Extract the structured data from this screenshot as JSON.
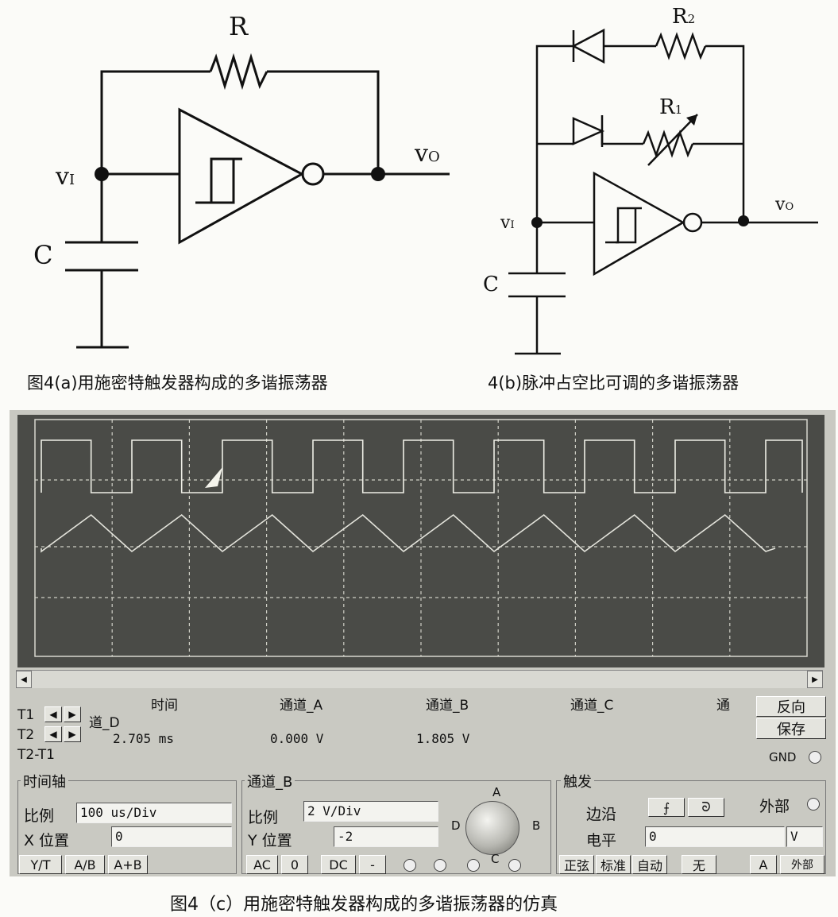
{
  "circuit_a": {
    "resistor": "R",
    "capacitor": "C",
    "input_node": "v",
    "input_sub": "I",
    "output_node": "v",
    "output_sub": "O",
    "caption": "图4(a)用施密特触发器构成的多谐振荡器"
  },
  "circuit_b": {
    "resistor2": "R",
    "resistor2_sub": "2",
    "resistor1": "R",
    "resistor1_sub": "1",
    "capacitor": "C",
    "input_node": "v",
    "input_sub": "I",
    "output_node": "v",
    "output_sub": "O",
    "caption": "4(b)脉冲占空比可调的多谐振荡器"
  },
  "scope": {
    "readout": {
      "headers": [
        "时间",
        "通道_A",
        "通道_B",
        "通道_C",
        "通"
      ],
      "partial_header": "道_D",
      "t1_label": "T1",
      "t2_label": "T2",
      "t2t1_label": "T2-T1",
      "time_value": "2.705 ms",
      "channel_a_value": "0.000 V",
      "channel_b_value": "1.805 V"
    },
    "buttons": {
      "reverse": "反向",
      "save": "保存",
      "gnd": "GND"
    },
    "timebase": {
      "title": "时间轴",
      "scale_label": "比例",
      "scale_value": "100 us/Div",
      "xpos_label": "X 位置",
      "xpos_value": "0",
      "mode_yt": "Y/T",
      "mode_ab": "A/B",
      "mode_apb": "A+B"
    },
    "channel_b": {
      "title": "通道_B",
      "scale_label": "比例",
      "scale_value": "2  V/Div",
      "ypos_label": "Y 位置",
      "ypos_value": "-2",
      "coupling_ac": "AC",
      "coupling_0": "0",
      "coupling_dc": "DC",
      "coupling_dash": "-",
      "knob_a": "A",
      "knob_b": "B",
      "knob_c": "C",
      "knob_d": "D"
    },
    "trigger": {
      "title": "触发",
      "edge_label": "边沿",
      "external_label": "外部",
      "level_label": "电平",
      "level_value": "0",
      "level_unit": "V",
      "sine": "正弦",
      "standard": "标准",
      "auto": "自动",
      "none": "无",
      "a_btn": "A",
      "external_short": "外部"
    }
  },
  "caption_c": "图4（c）用施密特触发器构成的多谐振荡器的仿真",
  "colors": {
    "screen": "#4a4b47",
    "trace": "#e8e8e0",
    "panel": "#c9c9c2"
  }
}
